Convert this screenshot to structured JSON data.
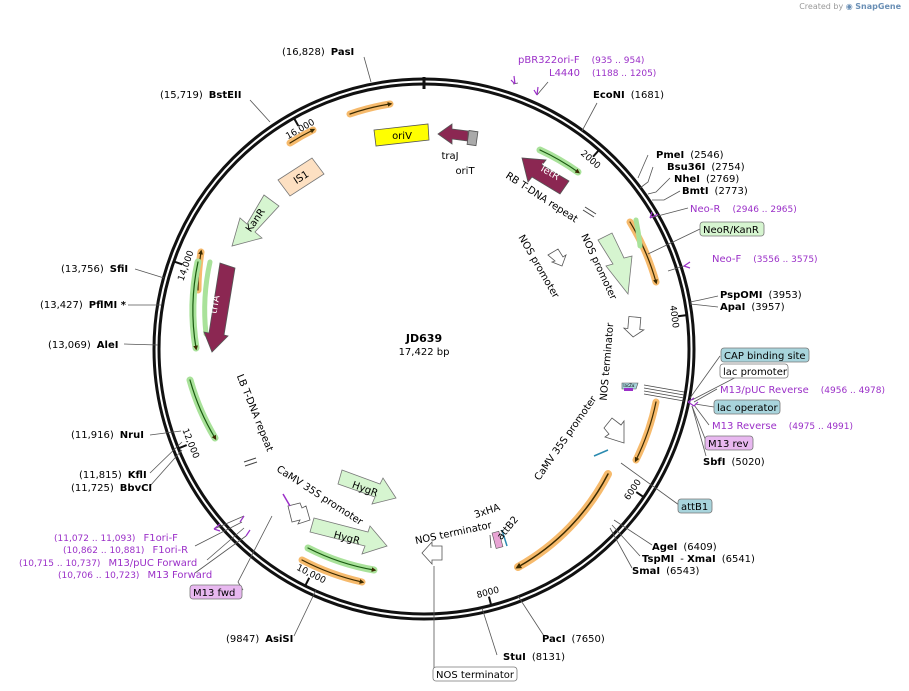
{
  "watermark": {
    "prefix": "Created by",
    "brand": "SnapGene"
  },
  "plasmid": {
    "name": "JD639",
    "length_label": "17,422 bp",
    "length": 17422
  },
  "ticks": [
    {
      "pos": 2000,
      "label": "2000"
    },
    {
      "pos": 4000,
      "label": "4000"
    },
    {
      "pos": 6000,
      "label": "6000"
    },
    {
      "pos": 8000,
      "label": "8000"
    },
    {
      "pos": 10000,
      "label": "10,000"
    },
    {
      "pos": 12000,
      "label": "12,000"
    },
    {
      "pos": 14000,
      "label": "14,000"
    },
    {
      "pos": 16000,
      "label": "16,000"
    }
  ],
  "sites": [
    {
      "name": "PasI",
      "coord": "(16,828)"
    },
    {
      "name": "BstEII",
      "coord": "(15,719)"
    },
    {
      "name": "EcoNI",
      "coord": "(1681)"
    },
    {
      "name": "PmeI",
      "coord": "(2546)"
    },
    {
      "name": "Bsu36I",
      "coord": "(2754)"
    },
    {
      "name": "NheI",
      "coord": "(2769)"
    },
    {
      "name": "BmtI",
      "coord": "(2773)"
    },
    {
      "name": "PspOMI",
      "coord": "(3953)"
    },
    {
      "name": "ApaI",
      "coord": "(3957)"
    },
    {
      "name": "SbfI",
      "coord": "(5020)"
    },
    {
      "name": "AgeI",
      "coord": "(6409)"
    },
    {
      "name": "TspMI",
      "coord": "(6541)"
    },
    {
      "name": "XmaI",
      "coord": ""
    },
    {
      "name": "SmaI",
      "coord": "(6543)"
    },
    {
      "name": "PacI",
      "coord": "(7650)"
    },
    {
      "name": "StuI",
      "coord": "(8131)"
    },
    {
      "name": "AsiSI",
      "coord": "(9847)"
    },
    {
      "name": "NruI",
      "coord": "(11,916)"
    },
    {
      "name": "KflI",
      "coord": "(11,815)"
    },
    {
      "name": "BbvCI",
      "coord": "(11,725)"
    },
    {
      "name": "AleI",
      "coord": "(13,069)"
    },
    {
      "name": "PflMI *",
      "coord": "(13,427)"
    },
    {
      "name": "SfiI",
      "coord": "(13,756)"
    }
  ],
  "primers": [
    {
      "name": "pBR322ori-F",
      "range": "(935 .. 954)"
    },
    {
      "name": "L4440",
      "range": "(1188 .. 1205)"
    },
    {
      "name": "Neo-R",
      "range": "(2946 .. 2965)"
    },
    {
      "name": "Neo-F",
      "range": "(3556 .. 3575)"
    },
    {
      "name": "M13/pUC Reverse",
      "range": "(4956 .. 4978)"
    },
    {
      "name": "M13 Reverse",
      "range": "(4975 .. 4991)"
    },
    {
      "name": "F1ori-F",
      "range": "(11,072 .. 11,093)"
    },
    {
      "name": "F1ori-R",
      "range": "(10,862 .. 10,881)"
    },
    {
      "name": "M13/pUC Forward",
      "range": "(10,715 .. 10,737)"
    },
    {
      "name": "M13 Forward",
      "range": "(10,706 .. 10,723)"
    }
  ],
  "boxed_labels": [
    {
      "name": "NeoR/KanR",
      "color": "#d6f5d0"
    },
    {
      "name": "CAP binding site",
      "color": "#a8d4dc"
    },
    {
      "name": "lac promoter",
      "color": "#ffffff"
    },
    {
      "name": "lac operator",
      "color": "#a8d4dc"
    },
    {
      "name": "M13 rev",
      "color": "#e8b8f0"
    },
    {
      "name": "attB1",
      "color": "#a8d4dc"
    },
    {
      "name": "NOS terminator",
      "color": "#ffffff"
    },
    {
      "name": "M13 fwd",
      "color": "#e8b8f0"
    }
  ],
  "features": {
    "oriV": "oriV",
    "traJ": "traJ",
    "oriT": "oriT",
    "IS1": "IS1",
    "KanR": "KanR",
    "trfA": "trfA",
    "TetR": "TetR",
    "RB": "RB T-DNA repeat",
    "LB": "LB T-DNA repeat",
    "NOS_promoter_1": "NOS promoter",
    "NOS_promoter_2": "NOS promoter",
    "NOS_terminator_1": "NOS terminator",
    "NOS_terminator_2": "NOS terminator",
    "CaMV_1": "CaMV 35S promoter",
    "CaMV_2": "CaMV 35S promoter",
    "HygR_1": "HygR",
    "HygR_2": "HygR",
    "HA3x": "3xHA",
    "attB2": "attB2",
    "lacZ": "lacZα"
  },
  "colors": {
    "primer": "#9b30c8",
    "orf_orange": "#f3a33b",
    "orf_green": "#a9e29a",
    "trfA": "#8b2752",
    "oriV": "#ffff00",
    "IS1": "#fde0c2"
  }
}
